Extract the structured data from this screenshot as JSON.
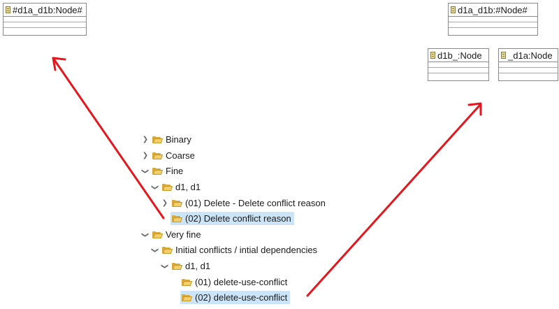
{
  "nodes": {
    "left": {
      "label": "#d1a_d1b:Node#",
      "icon": "class-icon"
    },
    "right_top": {
      "label": "d1a_d1b:#Node#",
      "icon": "class-icon"
    },
    "right_a": {
      "label": "d1b_:Node",
      "icon": "class-icon"
    },
    "right_b": {
      "label": "_d1a:Node",
      "icon": "class-icon"
    }
  },
  "tree": {
    "items": [
      {
        "label": "Binary",
        "state": "collapsed"
      },
      {
        "label": "Coarse",
        "state": "collapsed"
      },
      {
        "label": "Fine",
        "state": "expanded"
      },
      {
        "label": "d1, d1",
        "state": "expanded"
      },
      {
        "label": "(01) Delete - Delete conflict reason",
        "state": "collapsed"
      },
      {
        "label": "(02) Delete conflict reason",
        "state": "leaf",
        "selected": true
      },
      {
        "label": "Very fine",
        "state": "expanded"
      },
      {
        "label": "Initial conflicts / intial dependencies",
        "state": "expanded"
      },
      {
        "label": "d1, d1",
        "state": "expanded"
      },
      {
        "label": "(01) delete-use-conflict",
        "state": "leaf"
      },
      {
        "label": "(02) delete-use-conflict",
        "state": "leaf",
        "selected": true
      }
    ]
  },
  "colors": {
    "arrow": "#e8161c",
    "selection": "#cce4f7",
    "folder": "#f3cf6b"
  }
}
